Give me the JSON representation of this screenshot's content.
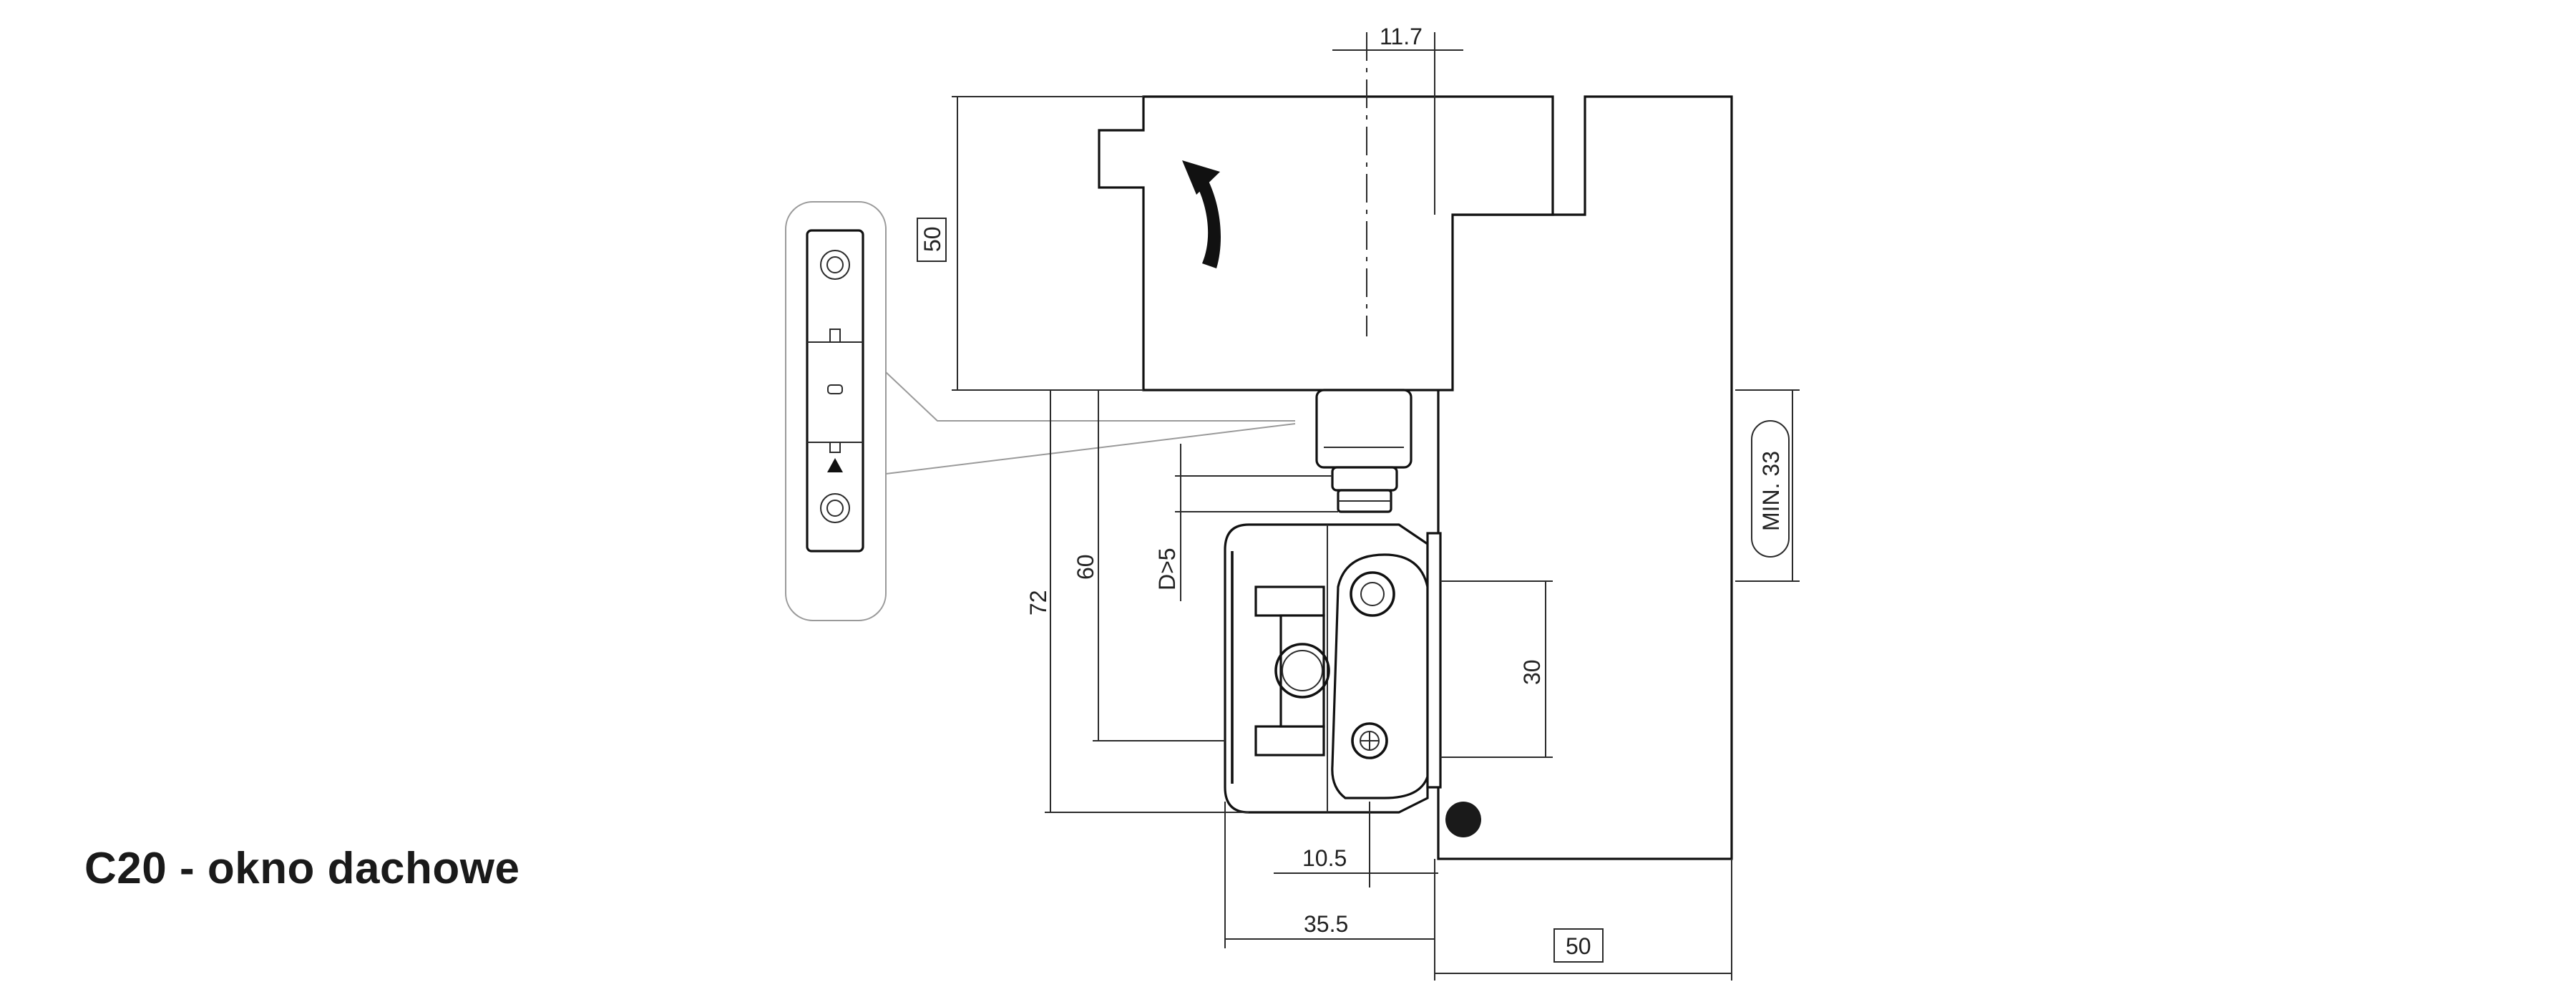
{
  "title": "C20 - okno dachowe",
  "dimensions": {
    "top_offset": "11.7",
    "height_50": "50",
    "min_33": "MIN. 33",
    "h60": "60",
    "h72": "72",
    "d_gt_5": "D>5",
    "h30": "30",
    "w10_5": "10.5",
    "w35_5": "35.5",
    "w50": "50"
  },
  "colors": {
    "line": "#111111",
    "leader": "#9a9a9a",
    "background": "#ffffff"
  }
}
